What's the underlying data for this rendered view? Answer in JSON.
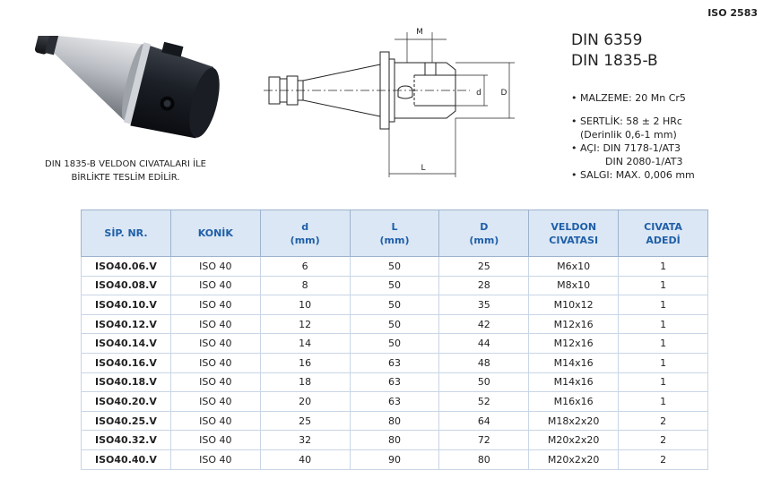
{
  "header": {
    "iso": "ISO 2583"
  },
  "product": {
    "caption_line1": "DIN 1835-B VELDON CIVATALARI İLE",
    "caption_line2": "BİRLİKTE TESLİM EDİLİR."
  },
  "drawing": {
    "label_m": "M",
    "label_d": "d",
    "label_D": "D",
    "label_L": "L"
  },
  "standards": {
    "line1": "DIN 6359",
    "line2": "DIN 1835-B"
  },
  "specs": {
    "material": "• MALZEME: 20 Mn Cr5",
    "hardness": "• SERTLİK: 58 ± 2 HRc",
    "depth": "(Derinlik 0,6-1 mm)",
    "angle": "• AÇI: DIN 7178-1/AT3",
    "angle2": "DIN 2080-1/AT3",
    "runout": "• SALGI: MAX. 0,006 mm"
  },
  "table": {
    "headers": [
      [
        "SİP. NR."
      ],
      [
        "KONİK"
      ],
      [
        "d",
        "(mm)"
      ],
      [
        "L",
        "(mm)"
      ],
      [
        "D",
        "(mm)"
      ],
      [
        "VELDON",
        "CIVATASI"
      ],
      [
        "CIVATA",
        "ADEDİ"
      ]
    ],
    "rows": [
      [
        "ISO40.06.V",
        "ISO 40",
        "6",
        "50",
        "25",
        "M6x10",
        "1"
      ],
      [
        "ISO40.08.V",
        "ISO 40",
        "8",
        "50",
        "28",
        "M8x10",
        "1"
      ],
      [
        "ISO40.10.V",
        "ISO 40",
        "10",
        "50",
        "35",
        "M10x12",
        "1"
      ],
      [
        "ISO40.12.V",
        "ISO 40",
        "12",
        "50",
        "42",
        "M12x16",
        "1"
      ],
      [
        "ISO40.14.V",
        "ISO 40",
        "14",
        "50",
        "44",
        "M12x16",
        "1"
      ],
      [
        "ISO40.16.V",
        "ISO 40",
        "16",
        "63",
        "48",
        "M14x16",
        "1"
      ],
      [
        "ISO40.18.V",
        "ISO 40",
        "18",
        "63",
        "50",
        "M14x16",
        "1"
      ],
      [
        "ISO40.20.V",
        "ISO 40",
        "20",
        "63",
        "52",
        "M16x16",
        "1"
      ],
      [
        "ISO40.25.V",
        "ISO 40",
        "25",
        "80",
        "64",
        "M18x2x20",
        "2"
      ],
      [
        "ISO40.32.V",
        "ISO 40",
        "32",
        "80",
        "72",
        "M20x2x20",
        "2"
      ],
      [
        "ISO40.40.V",
        "ISO 40",
        "40",
        "90",
        "80",
        "M20x2x20",
        "2"
      ]
    ]
  }
}
